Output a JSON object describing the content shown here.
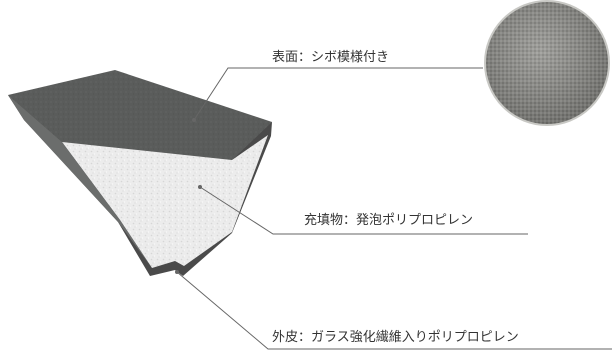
{
  "labels": {
    "surface": "表面：シボ模様付き",
    "filler": "充填物：発泡ポリプロピレン",
    "skin": "外皮：ガラス強化繊維入りポリプロピレン"
  },
  "icons": {
    "texture_closeup": "textured-surface-closeup"
  },
  "colors": {
    "leader_line": "#666666",
    "dark_surface": "#5a5c5b",
    "foam_filler": "#ececec",
    "skin_edge": "#4a4a4a"
  }
}
